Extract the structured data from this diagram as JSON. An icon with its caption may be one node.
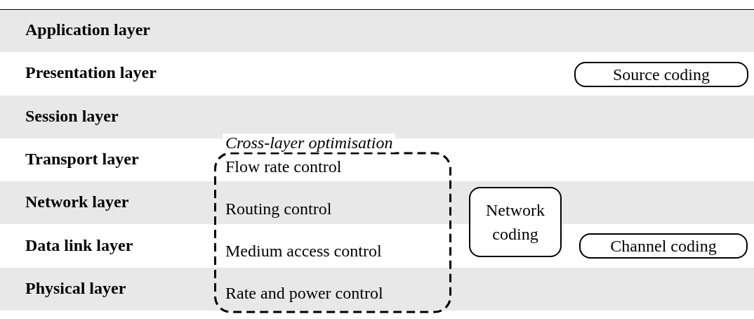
{
  "diagram": {
    "nodes": [
      {
        "text": [
          "Application layer"
        ]
      },
      {
        "text": [
          "Presentation layer"
        ]
      },
      {
        "text": [
          "Session layer"
        ]
      },
      {
        "text": [
          "Transport layer"
        ]
      },
      {
        "text": [
          "Network layer"
        ]
      },
      {
        "text": [
          "Data link layer"
        ]
      },
      {
        "text": [
          "Physical layer"
        ]
      },
      {
        "text": [
          "Source coding"
        ]
      },
      {
        "text": [
          "Cross-layer optimisation"
        ]
      },
      {
        "text": [
          "Flow rate control"
        ],
        "in": 8
      },
      {
        "text": [
          "Routing control"
        ],
        "in": 8
      },
      {
        "text": [
          "Medium access control"
        ],
        "in": 8
      },
      {
        "text": [
          "Rate and power control"
        ],
        "in": 8
      },
      {
        "text": [
          "Network coding"
        ]
      },
      {
        "text": [
          "Channel coding"
        ]
      }
    ]
  }
}
